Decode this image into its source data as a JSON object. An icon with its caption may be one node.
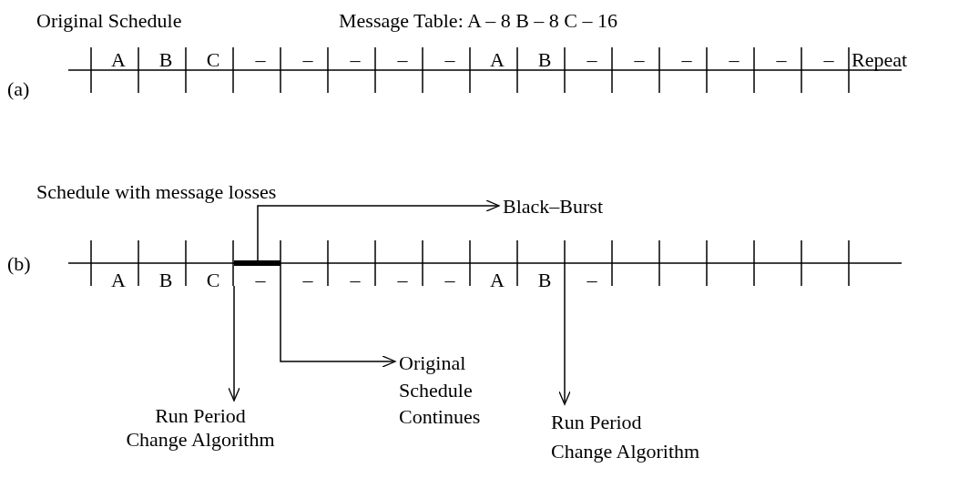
{
  "diagram": {
    "nodes": [
      {
        "text": [],
        "shape": "bar"
      },
      {
        "text": [
          "Black–Burst"
        ]
      },
      {
        "text": [
          "Run Period Change Algorithm"
        ]
      },
      {
        "text": [
          "Original Schedule Continues"
        ]
      },
      {
        "text": [
          "Run Period Change Algorithm"
        ]
      }
    ],
    "edges": [
      {
        "from": 0,
        "to": 1,
        "arrow": "to"
      },
      {
        "from": null,
        "to": 2,
        "arrow": "to"
      },
      {
        "from": null,
        "to": 3,
        "arrow": "to"
      },
      {
        "from": null,
        "to": 4,
        "arrow": "to"
      }
    ],
    "labels": [
      "Original Schedule",
      "Message Table: A – 8 B – 8 C – 16",
      "(a)",
      "A",
      "B",
      "C",
      "–",
      "–",
      "–",
      "–",
      "–",
      "A",
      "B",
      "–",
      "–",
      "–",
      "–",
      "–",
      "–",
      "Repeat",
      "Schedule with message losses",
      "(b)",
      "A",
      "B",
      "C",
      "–",
      "–",
      "–",
      "–",
      "–",
      "A",
      "B",
      "–"
    ]
  }
}
